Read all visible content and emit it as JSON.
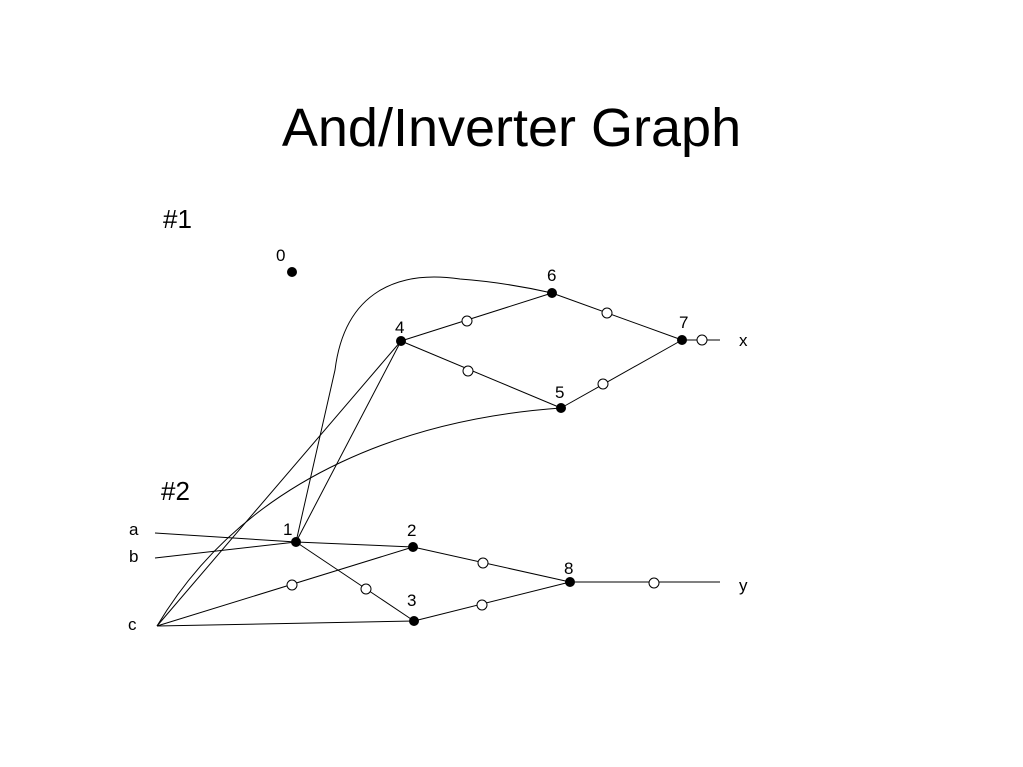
{
  "title": "And/Inverter Graph",
  "sections": {
    "s1": "#1",
    "s2": "#2"
  },
  "nodes": {
    "n0": "0",
    "n1": "1",
    "n2": "2",
    "n3": "3",
    "n4": "4",
    "n5": "5",
    "n6": "6",
    "n7": "7",
    "n8": "8"
  },
  "inputs": {
    "a": "a",
    "b": "b",
    "c": "c"
  },
  "outputs": {
    "x": "x",
    "y": "y"
  },
  "colors": {
    "line": "#000000",
    "background": "#ffffff"
  }
}
